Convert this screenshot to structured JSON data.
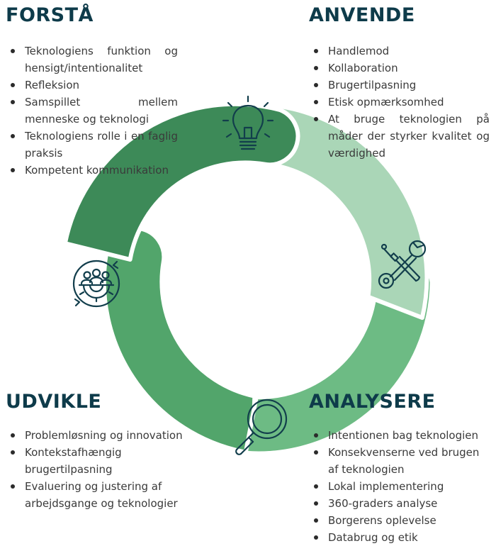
{
  "sections": {
    "forsta": {
      "title": "FORSTÅ",
      "items": [
        "Teknologiens funktion og hensigt/intentionalitet",
        "Refleksion",
        "Samspillet mellem menneske og teknologi",
        "Teknologiens rolle i en faglig praksis",
        "Kompetent kommunikation"
      ]
    },
    "anvende": {
      "title": "ANVENDE",
      "items": [
        "Handlemod",
        "Kollaboration",
        "Brugertilpasning",
        "Etisk opmærksomhed",
        "At bruge teknologien på måder der styrker kvalitet og værdighed"
      ]
    },
    "udvikle": {
      "title": "UDVIKLE",
      "items": [
        "Problemløsning og innovation",
        "Kontekstafhængig brugertilpasning",
        "Evaluering og justering af arbejdsgange og teknologier"
      ]
    },
    "analysere": {
      "title": "ANALYSERE",
      "items": [
        "Intentionen bag teknologien",
        "Konsekvenserne ved brugen af teknologien",
        "Lokal implementering",
        "360-graders analyse",
        "Borgerens oplevelse",
        "Databrug og etik"
      ]
    }
  },
  "icons": {
    "forsta": "lightbulb-icon",
    "anvende": "tools-icon",
    "analysere": "magnifier-icon",
    "udvikle": "team-gear-icon"
  },
  "colors": {
    "heading": "#0e3b4a",
    "forsta": "#3d8a58",
    "anvende": "#aad6b7",
    "analysere": "#6dbb84",
    "udvikle": "#52a56b",
    "icon_stroke": "#123e4c"
  }
}
